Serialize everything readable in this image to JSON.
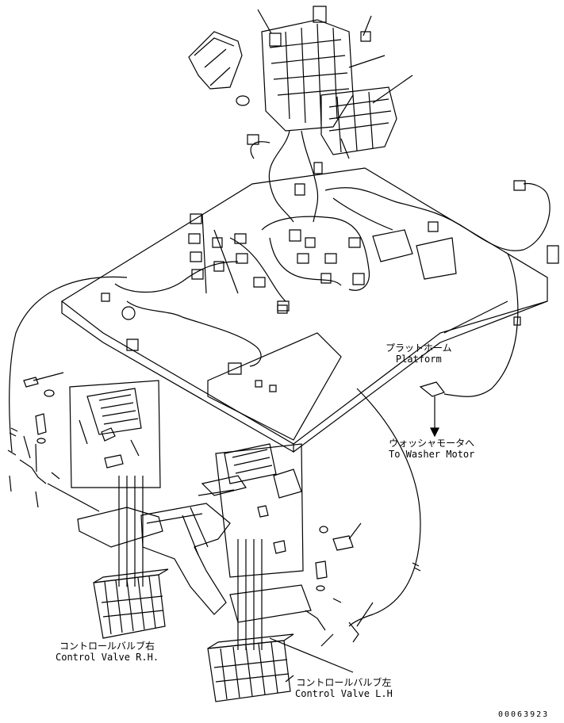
{
  "labels": {
    "platform_jp": "プラットホーム",
    "platform_en": "Platform",
    "washer_jp": "ウォッシャモータへ",
    "washer_en": "To Washer Motor",
    "cv_rh_jp": "コントロールバルブ右",
    "cv_rh_en": "Control Valve R.H.",
    "cv_lh_jp": "コントロールバルブ左",
    "cv_lh_en": "Control Valve L.H"
  },
  "drawing_code": "00063923"
}
